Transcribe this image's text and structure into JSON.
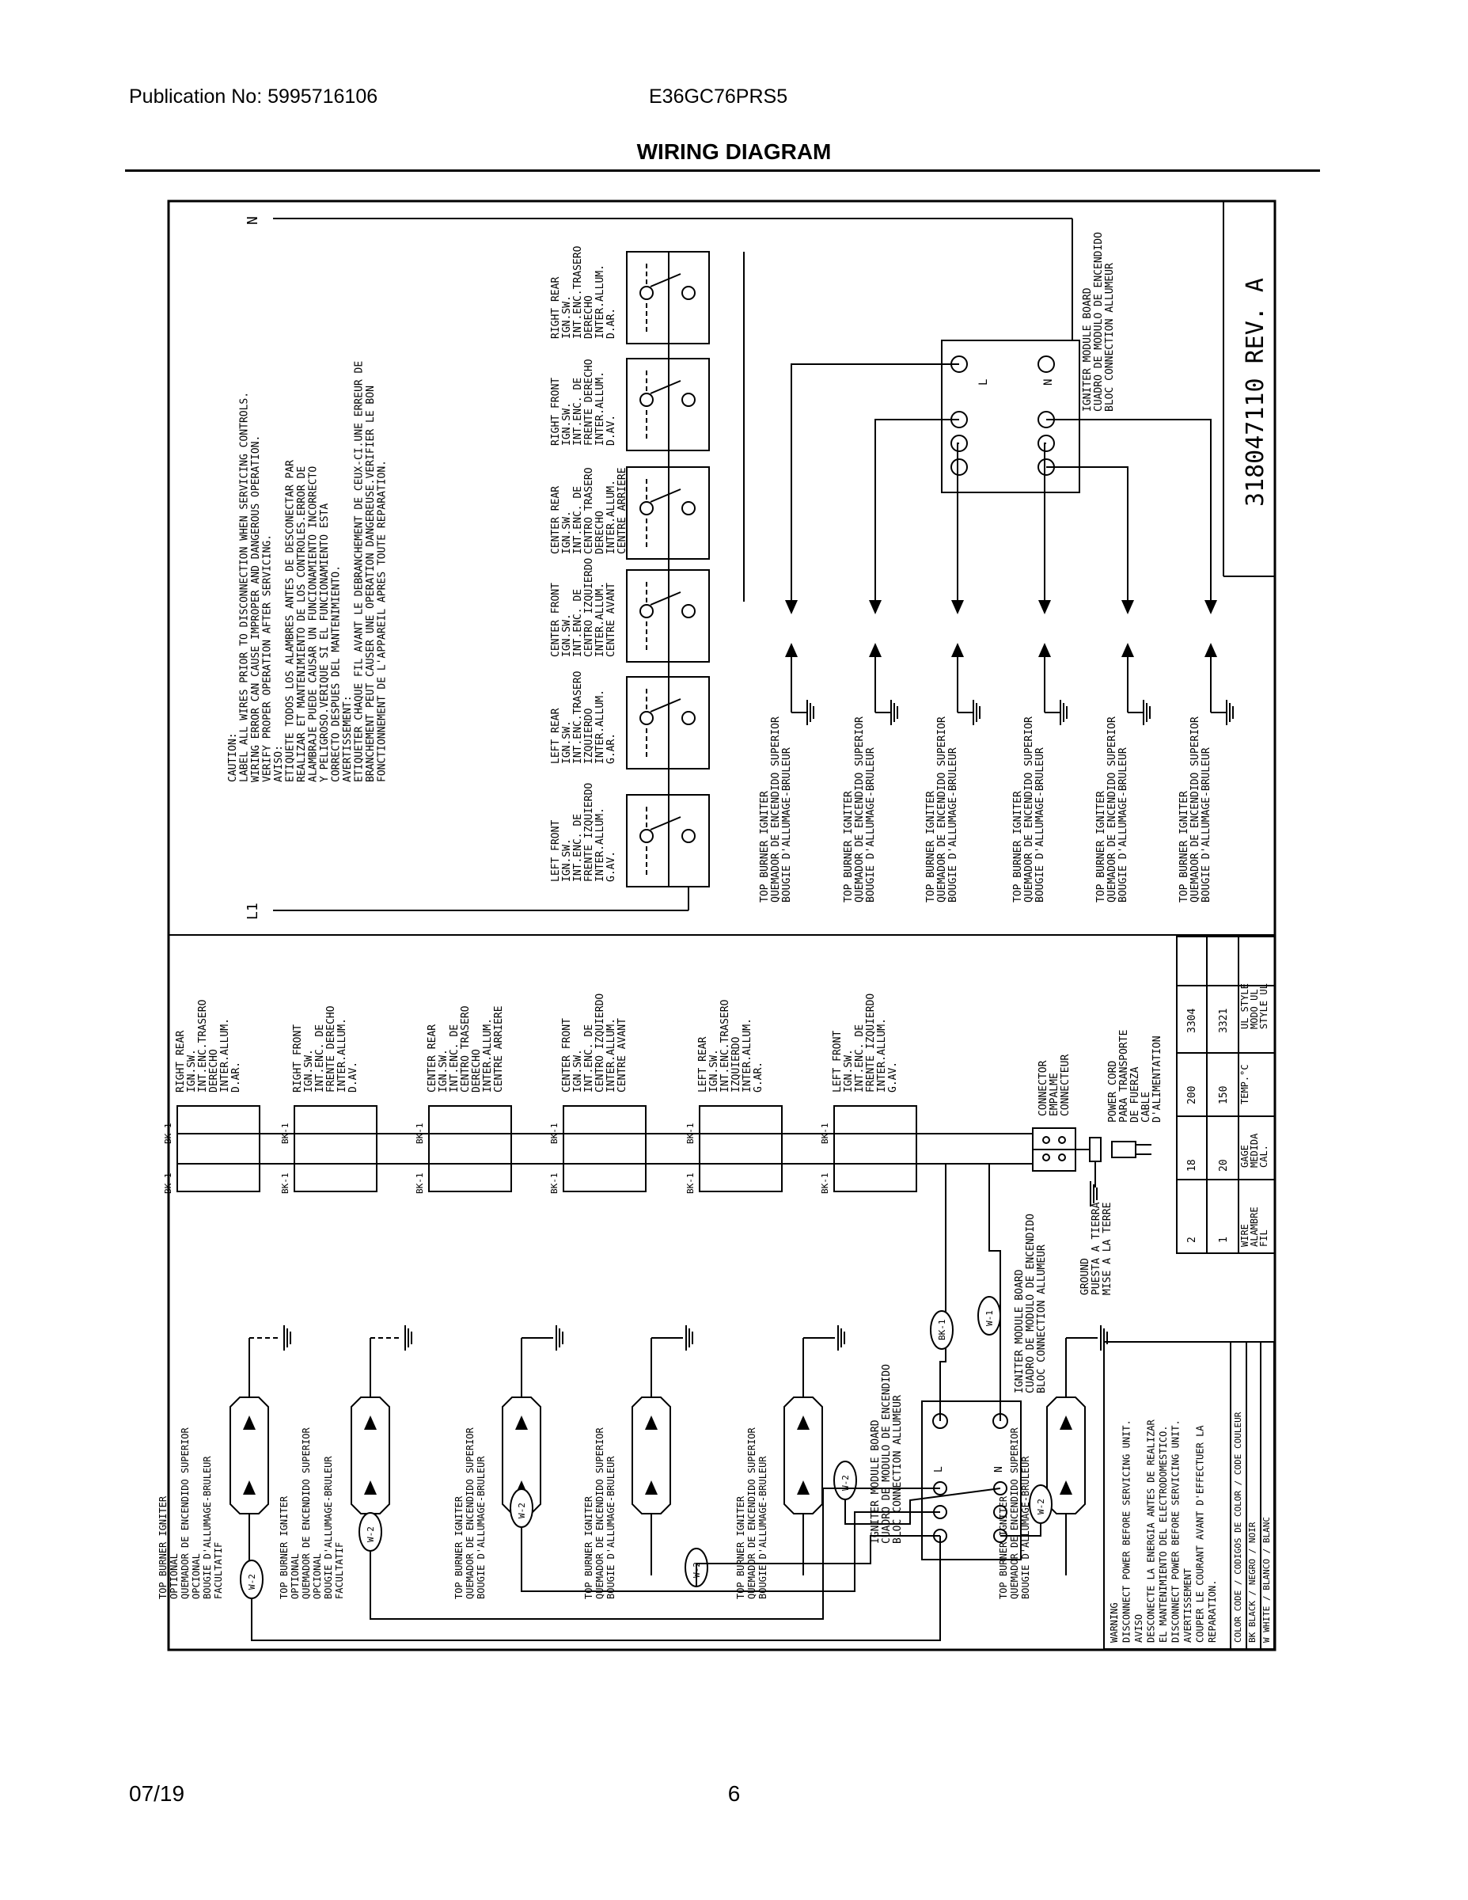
{
  "header": {
    "publication": "Publication No:  5995716106",
    "model": "E36GC76PRS5",
    "title": "WIRING DIAGRAM"
  },
  "footer": {
    "date": "07/19",
    "page": "6"
  },
  "schematic": {
    "line_n": "N",
    "line_l1": "L1",
    "doc_number": "318047110  REV. A",
    "caution": [
      "CAUTION:",
      "LABEL ALL WIRES PRIOR TO DISCONNECTION WHEN SERVICING CONTROLS.",
      "WIRING ERROR CAN CAUSE IMPROPER AND DANGEROUS OPERATION.",
      "VERIFY PROPER OPERATION AFTER SERVICING.",
      "AVISO:",
      "ETIQUETE TODOS LOS ALAMBRES ANTES DE DESCONECTAR PAR",
      "REALIZAR ET MANTENIMIENTO DE LOS CONTROLES.ERROR DE",
      "ALAMBRAJE PUEDE CAUSAR UN FUNCIONAMIENTO INCORRECTO",
      "Y PELIGROSO.VERIQUE SI EL FUNCIONAMIENTO ESTA",
      "CORRECTO DESPUES DEL MANTENIMIENTO.",
      "AVERTISSEMENT:",
      "ETIQUETER CHAQUE FIL AVANT LE DEBRANCHEMENT DE CEUX-CI.UNE ERREUR DE",
      "BRANCHEMENT PEUT CAUSER UNE OPERATION DANGEREUSE.VERIFIER LE BON",
      "FONCTIONNEMENT DE L'APPAREIL APRES TOUTE REPARATION."
    ],
    "switches": [
      [
        "LEFT FRONT",
        "IGN.SW.",
        "INT.ENC. DE",
        "FRENTE IZQUIERDO",
        "INTER.ALLUM.",
        "G.AV."
      ],
      [
        "LEFT REAR",
        "IGN.SW.",
        "INT.ENC.TRASERO",
        "IZQUIERDO",
        "INTER.ALLUM.",
        "G.AR."
      ],
      [
        "CENTER FRONT",
        "IGN.SW.",
        "INT.ENC. DE",
        "CENTRO IZQUIERDO",
        "INTER.ALLUM.",
        "CENTRE AVANT"
      ],
      [
        "CENTER REAR",
        "IGN.SW.",
        "INT.ENC. DE",
        "CENTRO TRASERO",
        "DERECHO",
        "INTER.ALLUM.",
        "CENTRE ARRIERE"
      ],
      [
        "RIGHT FRONT",
        "IGN.SW.",
        "INT.ENC. DE",
        "FRENTE DERECHO",
        "INTER.ALLUM.",
        "D.AV."
      ],
      [
        "RIGHT REAR",
        "IGN.SW.",
        "INT.ENC.TRASERO",
        "DERECHO",
        "INTER.ALLUM.",
        "D.AR."
      ]
    ],
    "module": [
      "IGNITER MODULE BOARD",
      "CUADRO DE MODULO DE ENCENDIDO",
      "BLOC CONNECTION ALLUMEUR"
    ],
    "module_terminals": {
      "l": "L",
      "n": "N"
    },
    "igniter": [
      "TOP BURNER IGNITER",
      "QUEMADOR DE ENCENDIDO SUPERIOR",
      "BOUGIE D'ALLUMAGE-BRULEUR"
    ],
    "igniter_optional": [
      "TOP BURNER IGNITER",
      "OPTIONAL",
      "QUEMADOR DE ENCENDIDO SUPERIOR",
      "OPCIONAL",
      "BOUGIE D'ALLUMAGE-BRULEUR",
      "FACULTATIF"
    ],
    "wire_bk": "BK-1",
    "wire_w1": "W-1",
    "wire_w2": "W-2",
    "connector": [
      "CONNECTOR",
      "EMPALME",
      "CONNECTEUR"
    ],
    "power_cord": [
      "POWER CORD",
      "PARA TRANSPORTE",
      "DE FUERZA",
      "CABLE",
      "D'ALIMENTATION"
    ],
    "ground": [
      "GROUND",
      "PUESTA A TIERRA",
      "MISE A LA TERRE"
    ],
    "wire_table": {
      "rows": [
        [
          "WIRE",
          "ALAMBRE",
          "FIL"
        ],
        [
          "GAGE",
          "MEDIDA",
          "CAL."
        ],
        [
          "TEMP.°C"
        ],
        [
          "UL STYLE",
          "MODO UL",
          "STYLE UL"
        ]
      ],
      "values": [
        [
          "2",
          "18",
          "200",
          "3304"
        ],
        [
          "1",
          "20",
          "150",
          "3321"
        ]
      ]
    },
    "warning": [
      "WARNING",
      "DISCONNECT POWER BEFORE SERVICING UNIT.",
      "AVISO",
      "DESCONECTE LA ENERGIA ANTES DE REALIZAR",
      "EL MANTENIMIENTO DEL ELECTRODOMESTICO.",
      "DISCONNECT POWER BEFORE SERVICING UNIT.",
      "AVERTISSEMENT",
      "COUPER LE COURANT AVANT D'EFFECTUER LA",
      "REPARATION."
    ],
    "color_code": [
      "COLOR CODE / CODIGOS DE COLOR / CODE COULEUR",
      "BK BLACK / NEGRO / NOIR",
      "W  WHITE / BLANCO / BLANC"
    ]
  }
}
